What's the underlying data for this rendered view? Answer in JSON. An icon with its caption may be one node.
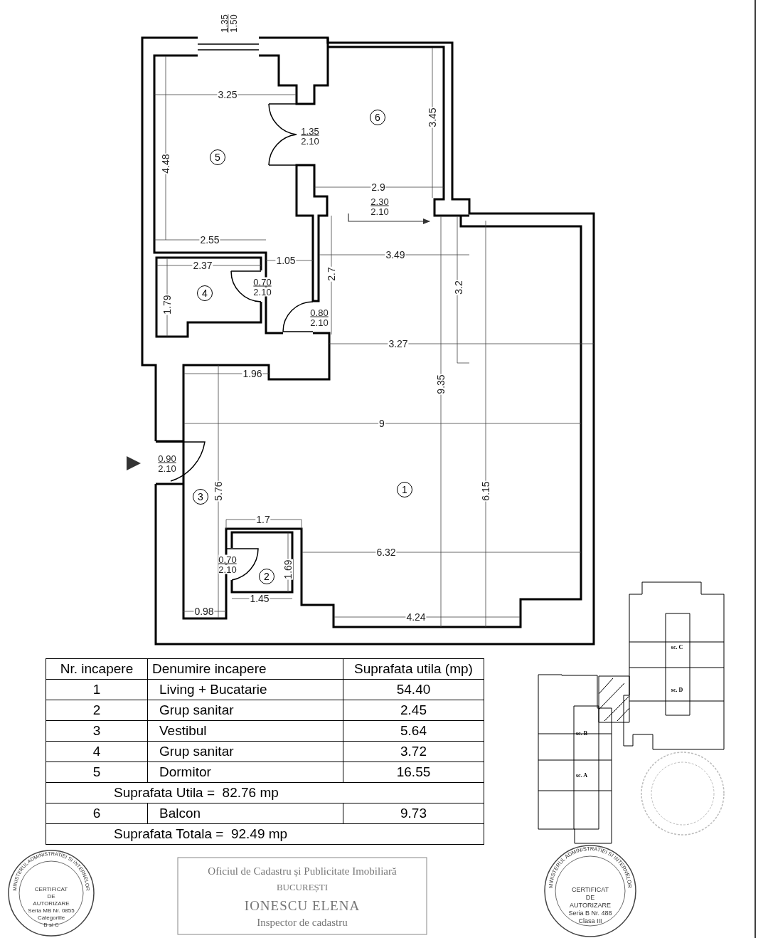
{
  "diagram": {
    "nodes": [
      {
        "text": [
          "6"
        ]
      },
      {
        "text": [
          "5"
        ]
      },
      {
        "text": [
          "4"
        ]
      },
      {
        "text": [
          "1"
        ]
      },
      {
        "text": [
          "3"
        ]
      },
      {
        "text": [
          "2"
        ]
      }
    ],
    "labels": [
      "1.35",
      "1.50",
      "3.25",
      "1.35",
      "2.10",
      "3.45",
      "4.48",
      "2.9",
      "2.30",
      "2.10",
      "2.55",
      "2.37",
      "1.05",
      "3.49",
      "2.7",
      "3.2",
      "1.79",
      "0.70",
      "2.10",
      "0.80",
      "2.10",
      "3.27",
      "1.96",
      "9.35",
      "9",
      "0.90",
      "2.10",
      "5.76",
      "6.15",
      "1.7",
      "6.32",
      "0.70",
      "2.10",
      "1.69",
      "1.45",
      "0.98",
      "4.24",
      "Nr. incapere",
      "Denumire incapere",
      "Suprafata utila (mp)",
      "1",
      "Living + Bucatarie",
      "54.40",
      "2",
      "Grup sanitar",
      "2.45",
      "3",
      "Vestibul",
      "5.64",
      "4",
      "Grup sanitar",
      "3.72",
      "5",
      "Dormitor",
      "16.55",
      "Suprafata Utila =  82.76 mp",
      "6",
      "Balcon",
      "9.73",
      "Suprafata Totala =  92.49 mp",
      "sc. C",
      "sc. D",
      "sc. B",
      "sc. A",
      "MINISTERUL ADMINISTRATIEI SI INTERNELOR",
      "CERTIFICAT",
      "DE",
      "AUTORIZARE",
      "Seria MB Nr. 0855",
      "Categoriile",
      "B si C",
      "Oficiul de Cadastru și Publicitate Imobiliară",
      "BUCUREȘTI",
      "IONESCU ELENA",
      "Inspector de cadastru",
      "MINISTERUL ADMINISTRATIEI SI INTERNELOR",
      "CERTIFICAT",
      "DE",
      "AUTORIZARE",
      "Seria B Nr. 488",
      "Clasa III"
    ]
  }
}
